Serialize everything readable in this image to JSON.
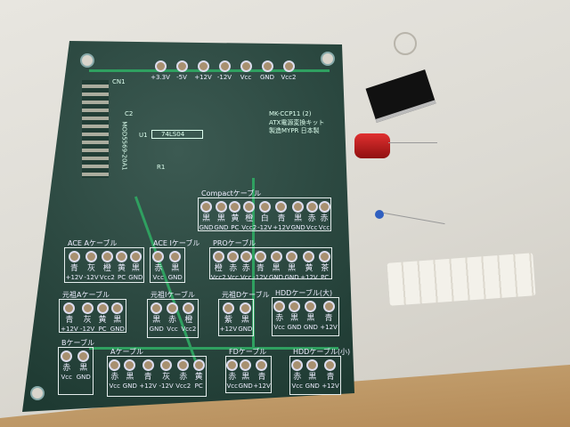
{
  "header_pins": [
    "+3.3V",
    "-5V",
    "+12V",
    "-12V",
    "Vcc",
    "GND",
    "Vcc2"
  ],
  "silkscreen": {
    "cn1": "CN1",
    "part": "MOD5569-20A1",
    "c2": "C2",
    "u1": "U1",
    "ic": "74LS04",
    "r1": "R1",
    "kit1": "MK-CCP11 (2)",
    "kit2": "ATX電源変換キット",
    "kit3": "製造MYPR 日本製"
  },
  "connectors": [
    {
      "title": "Compactケーブル",
      "pins": [
        [
          "黒",
          "GND"
        ],
        [
          "黒",
          "GND"
        ],
        [
          "黄",
          "PC"
        ],
        [
          "橙",
          "Vcc2"
        ],
        [
          "白",
          "-12V"
        ],
        [
          "青",
          "+12V"
        ],
        [
          "黒",
          "GND"
        ],
        [
          "赤",
          "Vcc"
        ],
        [
          "赤",
          "Vcc"
        ]
      ]
    },
    {
      "title": "ACE Aケーブル",
      "pins": [
        [
          "青",
          "+12V"
        ],
        [
          "灰",
          "-12V"
        ],
        [
          "橙",
          "Vcc2"
        ],
        [
          "黄",
          "PC"
        ],
        [
          "黒",
          "GND"
        ]
      ]
    },
    {
      "title": "ACE Iケーブル",
      "pins": [
        [
          "赤",
          "Vcc"
        ],
        [
          "黒",
          "GND"
        ]
      ]
    },
    {
      "title": "PROケーブル",
      "pins": [
        [
          "橙",
          "Vcc2"
        ],
        [
          "赤",
          "Vcc"
        ],
        [
          "赤",
          "Vcc"
        ],
        [
          "青",
          "-12V"
        ],
        [
          "黒",
          "GND"
        ],
        [
          "黒",
          "GND"
        ],
        [
          "黄",
          "+12V"
        ],
        [
          "茶",
          "PC"
        ]
      ]
    },
    {
      "title": "元祖Aケーブル",
      "pins": [
        [
          "青",
          "+12V"
        ],
        [
          "灰",
          "-12V"
        ],
        [
          "黄",
          "PC"
        ],
        [
          "黒",
          "GND"
        ]
      ]
    },
    {
      "title": "元祖Iケーブル",
      "pins": [
        [
          "黒",
          "GND"
        ],
        [
          "赤",
          "Vcc"
        ],
        [
          "橙",
          "Vcc2"
        ]
      ]
    },
    {
      "title": "元祖Dケーブル",
      "pins": [
        [
          "紫",
          "+12V"
        ],
        [
          "黒",
          "GND"
        ]
      ]
    },
    {
      "title": "HDDケーブル(大)",
      "pins": [
        [
          "赤",
          "Vcc"
        ],
        [
          "黒",
          "GND"
        ],
        [
          "黒",
          "GND"
        ],
        [
          "青",
          "+12V"
        ]
      ]
    },
    {
      "title": "Bケーブル",
      "pins": [
        [
          "赤",
          "Vcc"
        ],
        [
          "黒",
          "GND"
        ]
      ]
    },
    {
      "title": "Aケーブル",
      "pins": [
        [
          "赤",
          "Vcc"
        ],
        [
          "黒",
          "GND"
        ],
        [
          "青",
          "+12V"
        ],
        [
          "灰",
          "-12V"
        ],
        [
          "赤",
          "Vcc2"
        ],
        [
          "黄",
          "PC"
        ]
      ]
    },
    {
      "title": "FDケーブル",
      "pins": [
        [
          "赤",
          "Vcc"
        ],
        [
          "黒",
          "GND"
        ],
        [
          "青",
          "+12V"
        ]
      ]
    },
    {
      "title": "HDDケーブル(小)",
      "pins": [
        [
          "赤",
          "Vcc"
        ],
        [
          "黒",
          "GND"
        ],
        [
          "青",
          "+12V"
        ]
      ]
    }
  ]
}
